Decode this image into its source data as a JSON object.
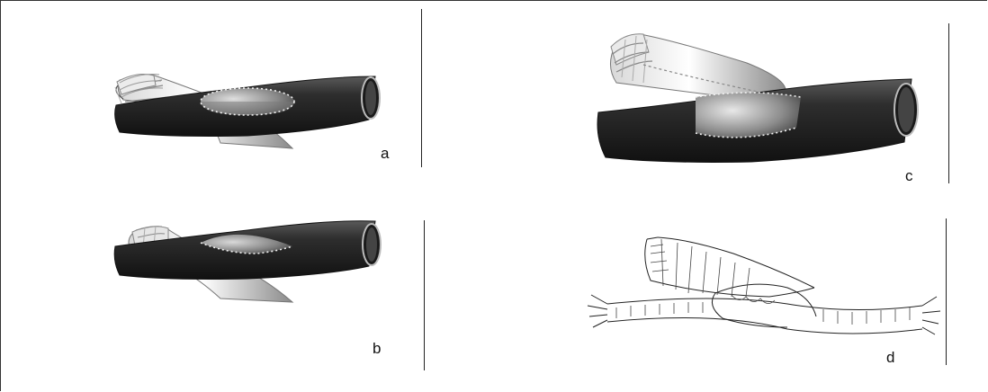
{
  "figure": {
    "panels": [
      {
        "id": "a",
        "label": "a",
        "style": "shaded"
      },
      {
        "id": "b",
        "label": "b",
        "style": "shaded"
      },
      {
        "id": "c",
        "label": "c",
        "style": "shaded"
      },
      {
        "id": "d",
        "label": "d",
        "style": "line-drawing"
      }
    ]
  }
}
